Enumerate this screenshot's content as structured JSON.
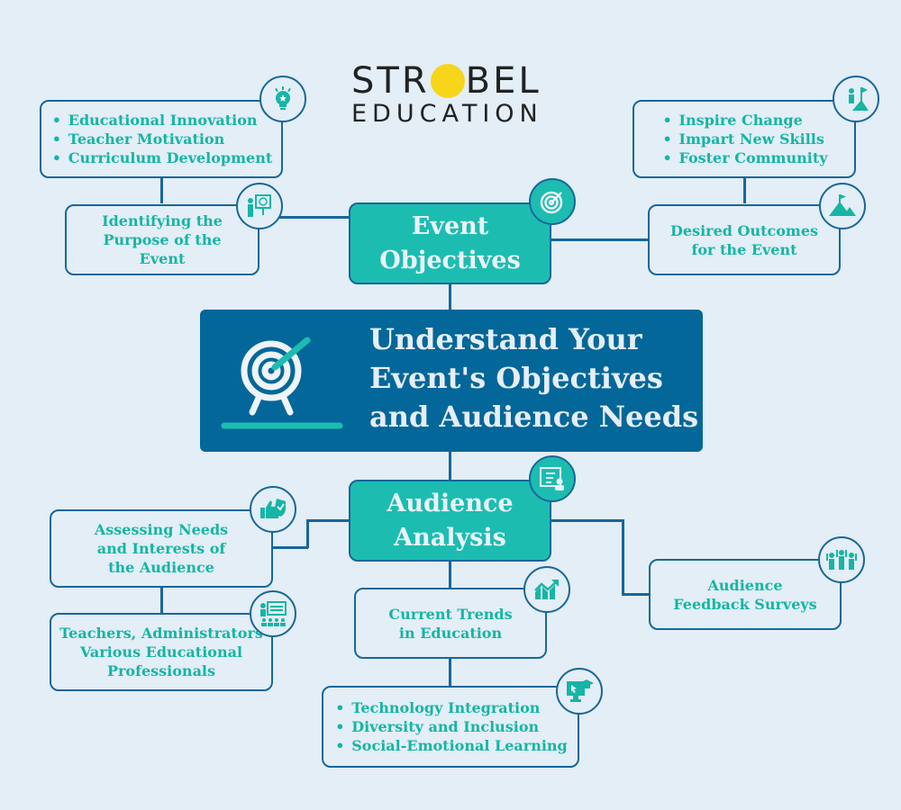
{
  "logo": {
    "line1_left": "STR",
    "line1_right": "BEL",
    "line2": "EDUCATION"
  },
  "center": {
    "title": "Understand Your Event's Objectives and Audience Needs",
    "icon": "target-arrow-icon"
  },
  "event_objectives": {
    "label": "Event Objectives",
    "icon": "target-icon",
    "left": {
      "box_label": "Identifying the Purpose of the Event",
      "icon": "presenter-target-icon",
      "list_icon": "lightbulb-icon",
      "items": [
        "Educational Innovation",
        "Teacher Motivation",
        "Curriculum Development"
      ]
    },
    "right": {
      "box_label": "Desired Outcomes for the Event",
      "icon": "mountain-flag-icon",
      "list_icon": "climber-flag-icon",
      "items": [
        "Inspire Change",
        "Impart New Skills",
        "Foster Community"
      ]
    }
  },
  "audience_analysis": {
    "label": "Audience Analysis",
    "icon": "checklist-user-icon",
    "left": {
      "box_label": "Assessing Needs and Interests of the Audience",
      "icon": "thumbs-up-shield-icon",
      "sub_label": "Teachers, Administrators Various Educational Professionals",
      "sub_icon": "classroom-icon"
    },
    "middle": {
      "box_label": "Current Trends in Education",
      "icon": "trend-chart-icon",
      "list_icon": "online-learning-icon",
      "items": [
        "Technology Integration",
        "Diversity and Inclusion",
        "Social-Emotional Learning"
      ]
    },
    "right": {
      "box_label": "Audience Feedback Surveys",
      "icon": "group-cheering-icon"
    }
  },
  "colors": {
    "background": "#e3eef6",
    "navy": "#03679a",
    "teal": "#1cbdb0",
    "text_teal": "#16b5a5",
    "line": "#17679a",
    "sun": "#f6d51a"
  }
}
